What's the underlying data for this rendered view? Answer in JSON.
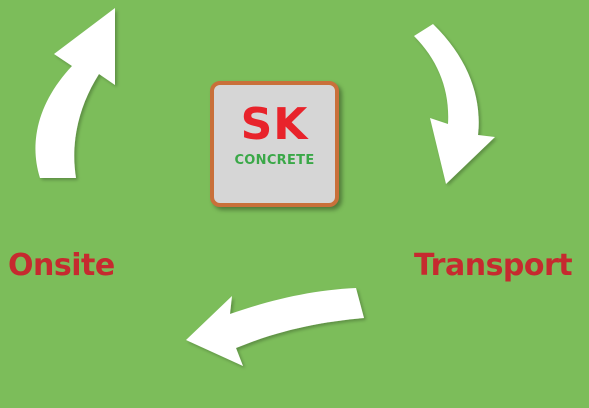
{
  "logo": {
    "title": "SK",
    "subtitle": "CONCRETE"
  },
  "cycle": {
    "steps": [
      {
        "label": "Onsite"
      },
      {
        "label": "Transport"
      }
    ],
    "arrows": [
      {
        "icon": "curved-arrow-up-icon",
        "direction": "up"
      },
      {
        "icon": "curved-arrow-down-icon",
        "direction": "down"
      },
      {
        "icon": "curved-arrow-left-icon",
        "direction": "left"
      }
    ]
  },
  "colors": {
    "background": "#7cbd5a",
    "arrow": "#ffffff",
    "label": "#c62a2f",
    "logo_title": "#e8232b",
    "logo_subtitle": "#3aa848",
    "logo_border": "#c9703a",
    "logo_fill": "#d6d6d6"
  }
}
